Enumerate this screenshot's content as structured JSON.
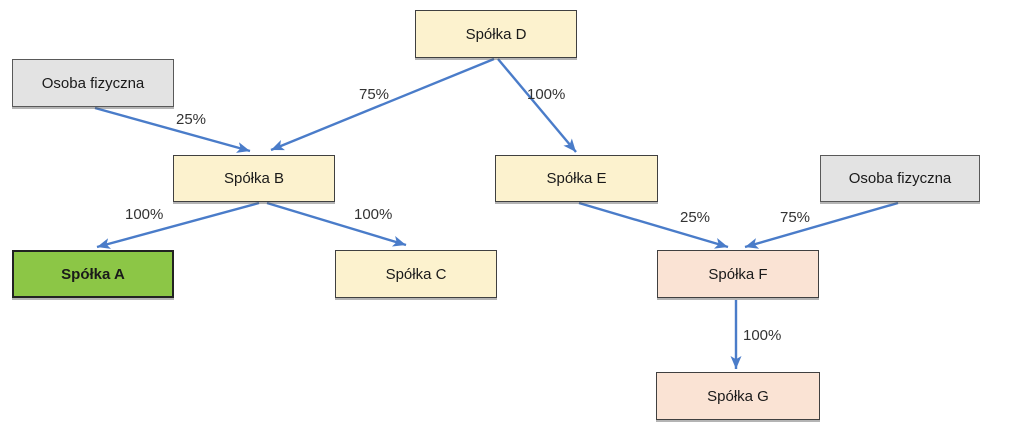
{
  "diagram": {
    "title": "ownership-structure",
    "nodes": [
      {
        "id": "osoba-1",
        "label": "Osoba fizyczna",
        "kind": "person"
      },
      {
        "id": "spolka-d",
        "label": "Spółka D",
        "kind": "company"
      },
      {
        "id": "spolka-b",
        "label": "Spółka B",
        "kind": "company"
      },
      {
        "id": "spolka-e",
        "label": "Spółka E",
        "kind": "company"
      },
      {
        "id": "osoba-2",
        "label": "Osoba fizyczna",
        "kind": "person"
      },
      {
        "id": "spolka-a",
        "label": "Spółka A",
        "kind": "company-highlight"
      },
      {
        "id": "spolka-c",
        "label": "Spółka C",
        "kind": "company"
      },
      {
        "id": "spolka-f",
        "label": "Spółka F",
        "kind": "company-alt"
      },
      {
        "id": "spolka-g",
        "label": "Spółka G",
        "kind": "company-alt"
      }
    ],
    "edges": [
      {
        "from": "osoba-1",
        "to": "spolka-b",
        "label": "25%"
      },
      {
        "from": "spolka-d",
        "to": "spolka-b",
        "label": "75%"
      },
      {
        "from": "spolka-d",
        "to": "spolka-e",
        "label": "100%"
      },
      {
        "from": "spolka-b",
        "to": "spolka-a",
        "label": "100%"
      },
      {
        "from": "spolka-b",
        "to": "spolka-c",
        "label": "100%"
      },
      {
        "from": "spolka-e",
        "to": "spolka-f",
        "label": "25%"
      },
      {
        "from": "osoba-2",
        "to": "spolka-f",
        "label": "75%"
      },
      {
        "from": "spolka-f",
        "to": "spolka-g",
        "label": "100%"
      }
    ],
    "colors": {
      "company_fill": "#FCF2CE",
      "company_alt_fill": "#FAE3D4",
      "person_fill": "#E3E3E3",
      "highlight_fill": "#8CC646",
      "arrow": "#4A7CC9",
      "border": "#404040"
    }
  }
}
